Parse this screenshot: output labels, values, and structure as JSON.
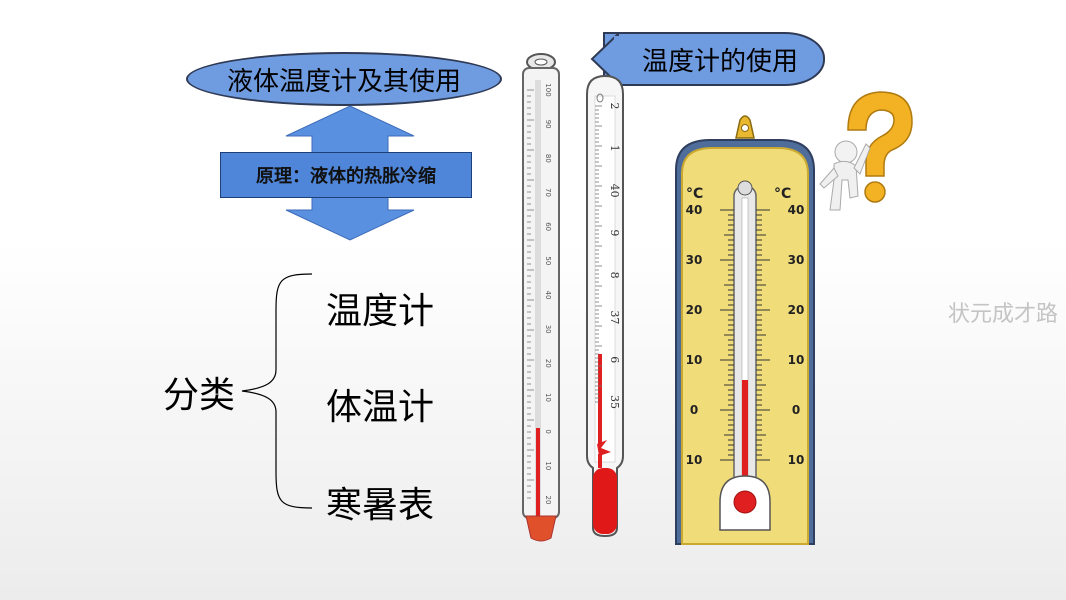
{
  "labels": {
    "liquid_thermometer_title": "液体温度计及其使用",
    "principle": "原理：液体的热胀冷缩",
    "usage_title": "温度计的使用",
    "classify": "分类",
    "types": [
      "温度计",
      "体温计",
      "寒暑表"
    ],
    "watermark": "状元成才路"
  },
  "thermometers": {
    "lab": {
      "ticks": [
        "100",
        "90",
        "80",
        "70",
        "60",
        "50",
        "40",
        "30",
        "20",
        "10",
        "0",
        "10",
        "20"
      ]
    },
    "clinical": {
      "ticks": [
        "2",
        "1",
        "40",
        "9",
        "8",
        "37",
        "6",
        "35"
      ]
    },
    "wall": {
      "unit": "°C",
      "left_ticks": [
        "40",
        "30",
        "20",
        "10",
        "0",
        "10"
      ],
      "right_ticks": [
        "40",
        "30",
        "20",
        "10",
        "0",
        "10"
      ]
    }
  },
  "colors": {
    "pill_fill": "#6f9be0",
    "box_fill": "#4f86d9",
    "mercury": "#e02020",
    "frame": "#f0d86a"
  }
}
